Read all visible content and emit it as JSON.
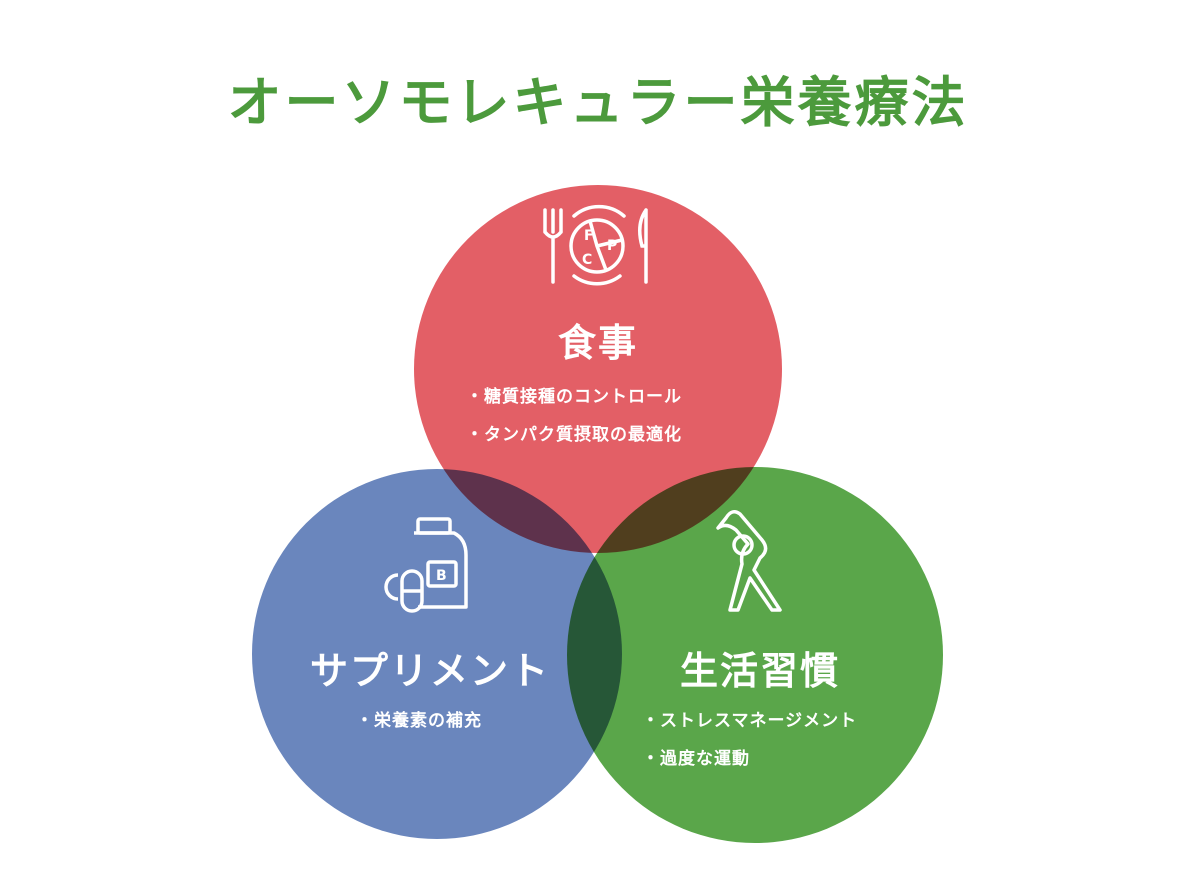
{
  "title": "オーソモレキュラー栄養療法",
  "colors": {
    "title": "#4c9a3c",
    "diet": "#e35f66",
    "supplement": "#6a86bd",
    "lifestyle": "#5aa64a"
  },
  "diet": {
    "icon": "plate-fork-knife-icon",
    "plate_letters": [
      "F",
      "P",
      "C"
    ],
    "heading": "食事",
    "items": [
      "・糖質接種のコントロール",
      "・タンパク質摂取の最適化"
    ]
  },
  "supplement": {
    "icon": "supplement-bottle-icon",
    "bottle_letter": "B",
    "heading": "サプリメント",
    "items": [
      "・栄養素の補充"
    ]
  },
  "lifestyle": {
    "icon": "stretching-person-icon",
    "heading": "生活習慣",
    "items": [
      "・ストレスマネージメント",
      "・過度な運動"
    ]
  }
}
